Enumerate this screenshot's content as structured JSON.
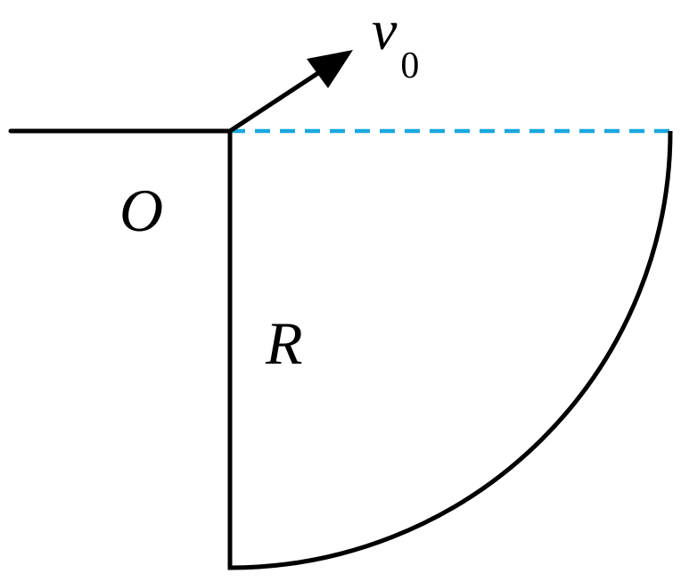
{
  "labels": {
    "velocity": "v",
    "velocity_subscript": "0",
    "origin": "O",
    "radius": "R"
  },
  "colors": {
    "stroke": "#000000",
    "dashed_line": "#1aa7e0",
    "background": "#ffffff"
  }
}
